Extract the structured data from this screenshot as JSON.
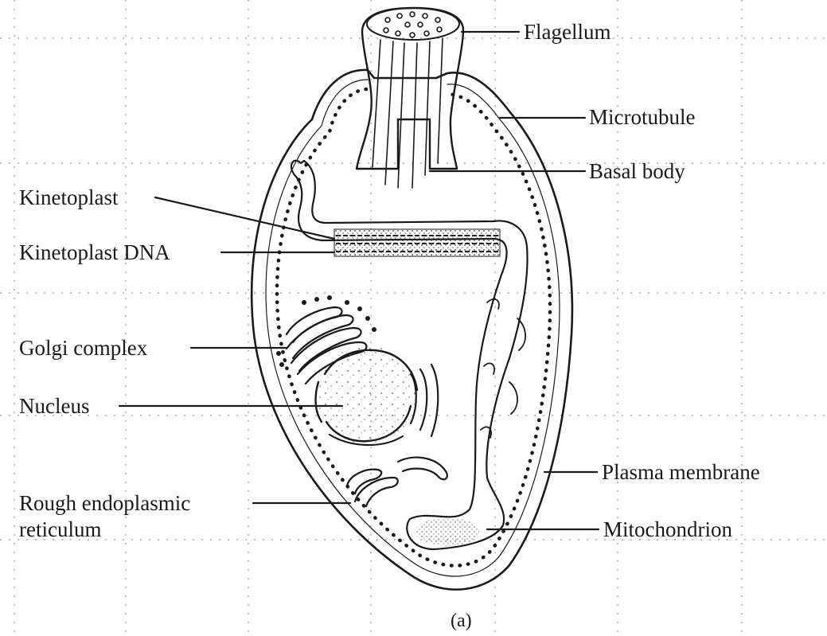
{
  "labels": {
    "flagellum": "Flagellum",
    "microtubule": "Microtubule",
    "basal_body": "Basal body",
    "kinetoplast": "Kinetoplast",
    "kinetoplast_dna": "Kinetoplast DNA",
    "golgi_complex": "Golgi complex",
    "nucleus": "Nucleus",
    "plasma_membrane": "Plasma membrane",
    "rough_er_line1": "Rough endoplasmic",
    "rough_er_line2": "reticulum",
    "mitochondrion": "Mitochondrion"
  },
  "caption": "(a)"
}
